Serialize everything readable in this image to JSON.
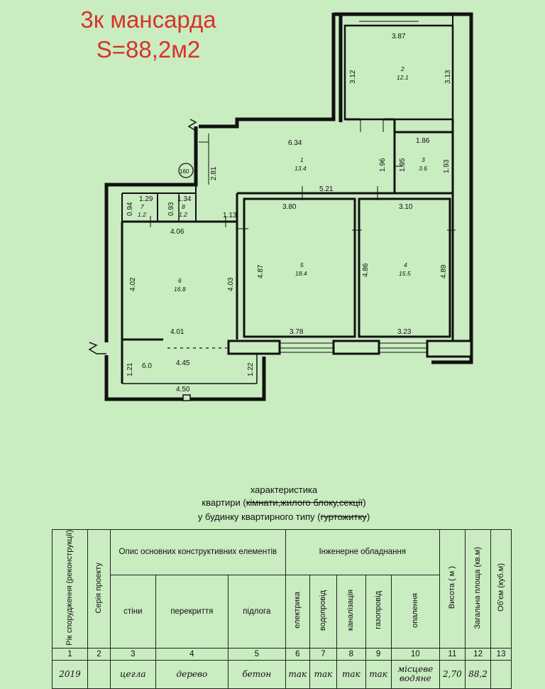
{
  "header": {
    "title_line1": "3к мансарда",
    "title_line2": "S=88,2м2"
  },
  "plan": {
    "dims": {
      "r2_top": "3.87",
      "r2_left": "3.12",
      "r2_right": "3.13",
      "r1_top": "6.34",
      "r1_side1": "1.96",
      "r3_side": "1.95",
      "r3_top": "1.86",
      "r3_right": "1.93",
      "r1_left": "2.81",
      "mid_521": "5.21",
      "r7_top": "1.29",
      "r7_left": "0.94",
      "r8_top": "1.34",
      "r8_left": "0.93",
      "r8_right": "1.13",
      "r6_top": "4.06",
      "r6_left": "4.02",
      "r6_right": "4.03",
      "r6_bottom": "4.01",
      "r5_top": "3.80",
      "r5_left": "4.87",
      "r5_bottom": "3.78",
      "r4_top": "3.10",
      "r4_left": "4.86",
      "r4_right": "4.89",
      "r4_bottom": "3.23",
      "bal_left": "1.21",
      "bal_area": "6.0",
      "bal_top": "4.45",
      "bal_right": "1.22",
      "bal_bottom": "4.50",
      "circle": "160"
    },
    "rooms": {
      "r1": {
        "num": "1",
        "area": "13.4"
      },
      "r2": {
        "num": "2",
        "area": "12.1"
      },
      "r3": {
        "num": "3",
        "area": "3.6"
      },
      "r4": {
        "num": "4",
        "area": "15.5"
      },
      "r5": {
        "num": "5",
        "area": "18.4"
      },
      "r6": {
        "num": "6",
        "area": "16.8"
      },
      "r7": {
        "num": "7",
        "area": "1.2"
      },
      "r8": {
        "num": "8",
        "area": "1.2"
      }
    }
  },
  "caption": {
    "line1": "характеристика",
    "line2_a": "квартири (",
    "line2_strike": "кімнати,жилого блоку,секції",
    "line2_b": ")",
    "line3_a": "у будинку квартирного типу (",
    "line3_strike": "гуртожитку",
    "line3_b": ")"
  },
  "table": {
    "h_year": "Рік спорудження (реконструкції)",
    "h_series": "Серія проекту",
    "h_desc": "Опис основних конструктивних елементів",
    "h_walls": "стіни",
    "h_floors_over": "перекриття",
    "h_floor": "підлога",
    "h_eng": "Інженерне обладнання",
    "h_electric": "електрика",
    "h_water": "водопровід",
    "h_sewer": "каналізація",
    "h_gas": "газопровід",
    "h_heating": "опалення",
    "h_height": "Висота ( м )",
    "h_area": "Загальна площа (кв.м)",
    "h_volume": "Об'єм (куб.м)",
    "nums": [
      "1",
      "2",
      "3",
      "4",
      "5",
      "6",
      "7",
      "8",
      "9",
      "10",
      "11",
      "12",
      "13"
    ],
    "row": {
      "year": "2019",
      "series": "",
      "walls": "цегла",
      "floors_over": "дерево",
      "floor": "бетон",
      "electric": "так",
      "water": "так",
      "sewer": "так",
      "gas": "так",
      "heating": "місцеве водяне",
      "height": "2,70",
      "area": "88,2",
      "volume": ""
    }
  }
}
